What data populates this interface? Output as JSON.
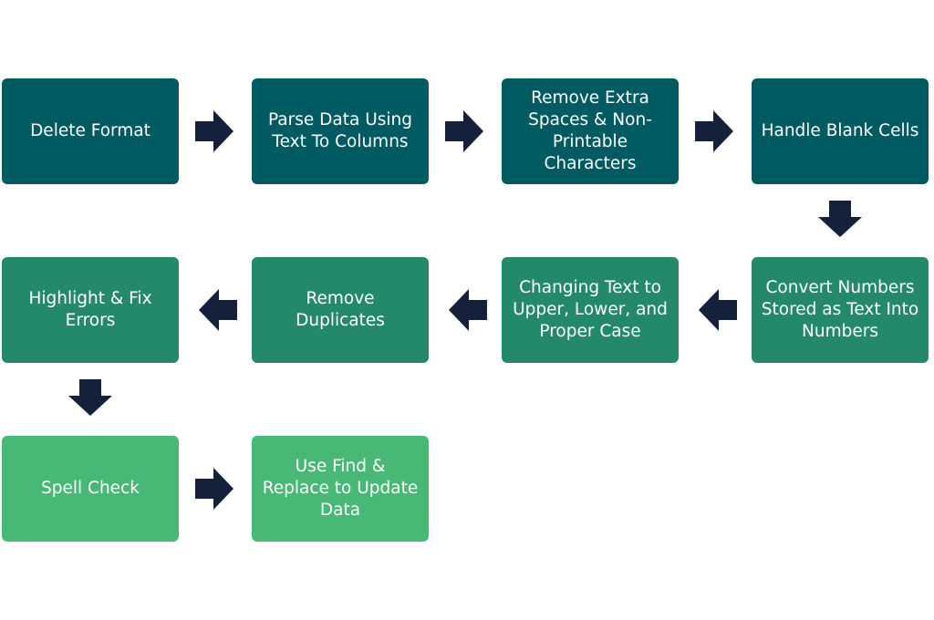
{
  "colors": {
    "row1_box": "#005a61",
    "row2_box": "#24896b",
    "row3_box": "#48b877",
    "arrow": "#15203a"
  },
  "steps": [
    {
      "label": "Delete Format"
    },
    {
      "label": "Parse Data Using Text To Columns"
    },
    {
      "label": "Remove Extra Spaces & Non-Printable Characters"
    },
    {
      "label": "Handle Blank Cells"
    },
    {
      "label": "Convert Numbers Stored as Text Into Numbers"
    },
    {
      "label": "Changing Text to Upper, Lower, and Proper Case"
    },
    {
      "label": "Remove Duplicates"
    },
    {
      "label": "Highlight & Fix Errors"
    },
    {
      "label": "Spell Check"
    },
    {
      "label": "Use Find & Replace to Update Data"
    }
  ],
  "connectors": [
    {
      "from": 1,
      "to": 2,
      "direction": "right",
      "icon": "arrow-right-icon"
    },
    {
      "from": 2,
      "to": 3,
      "direction": "right",
      "icon": "arrow-right-icon"
    },
    {
      "from": 3,
      "to": 4,
      "direction": "right",
      "icon": "arrow-right-icon"
    },
    {
      "from": 4,
      "to": 5,
      "direction": "down",
      "icon": "arrow-down-icon"
    },
    {
      "from": 5,
      "to": 6,
      "direction": "left",
      "icon": "arrow-left-icon"
    },
    {
      "from": 6,
      "to": 7,
      "direction": "left",
      "icon": "arrow-left-icon"
    },
    {
      "from": 7,
      "to": 8,
      "direction": "left",
      "icon": "arrow-left-icon"
    },
    {
      "from": 8,
      "to": 9,
      "direction": "down",
      "icon": "arrow-down-icon"
    },
    {
      "from": 9,
      "to": 10,
      "direction": "right",
      "icon": "arrow-right-icon"
    }
  ]
}
